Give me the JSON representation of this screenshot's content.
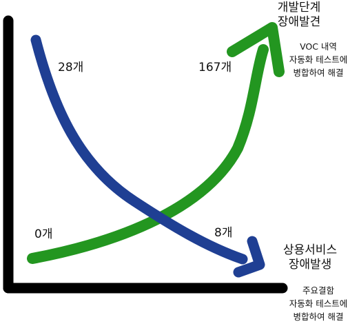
{
  "colors": {
    "axis": "#000000",
    "decreasing_curve": "#1F3F93",
    "increasing_curve": "#239620",
    "text": "#111111",
    "background": "#ffffff"
  },
  "dev_stage": {
    "title_line1": "개발단계",
    "title_line2": "장애발견",
    "note_line1": "VOC 내역",
    "note_line2": "자동화 테스트에",
    "note_line3": "병합하여 해결"
  },
  "commercial_stage": {
    "title_line1": "상용서비스",
    "title_line2": "장애발생",
    "note_line1": "주요결함",
    "note_line2": "자동화 테스트에",
    "note_line3": "병합하여 해결"
  },
  "decreasing_curve": {
    "start_label": "28개",
    "end_label": "8개"
  },
  "increasing_curve": {
    "start_label": "0개",
    "end_label": "167개"
  }
}
